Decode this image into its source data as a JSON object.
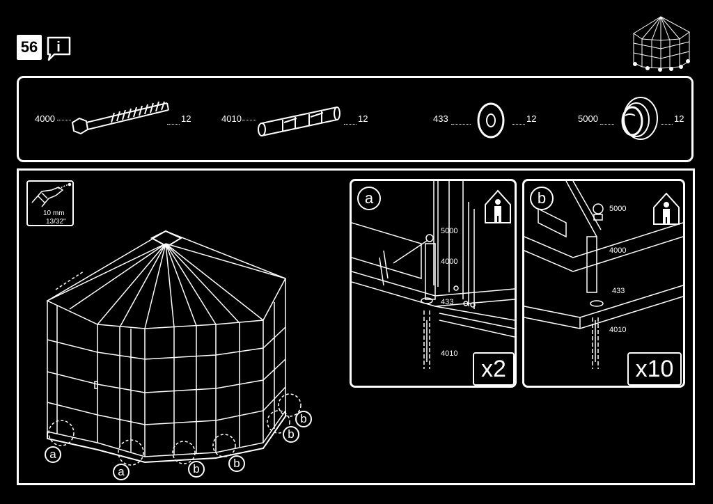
{
  "header": {
    "step_number": "56",
    "info_icon_label": "i"
  },
  "parts": [
    {
      "code": "4000",
      "qty": "12",
      "icon": "bolt-icon"
    },
    {
      "code": "4010",
      "qty": "12",
      "icon": "wall-anchor-icon"
    },
    {
      "code": "433",
      "qty": "12",
      "icon": "washer-icon"
    },
    {
      "code": "5000",
      "qty": "12",
      "icon": "cap-nut-icon"
    }
  ],
  "drill": {
    "size_mm": "10 mm",
    "size_in": "13/32\""
  },
  "detail_a": {
    "letter": "a",
    "multiplier": "x2",
    "labels": [
      "5000",
      "4000",
      "433",
      "4010"
    ]
  },
  "detail_b": {
    "letter": "b",
    "multiplier": "x10",
    "labels": [
      "5000",
      "4000",
      "433",
      "4010"
    ]
  },
  "callouts": [
    "a",
    "a",
    "b",
    "b",
    "b",
    "b"
  ],
  "colors": {
    "background": "#000000",
    "line": "#ffffff"
  }
}
